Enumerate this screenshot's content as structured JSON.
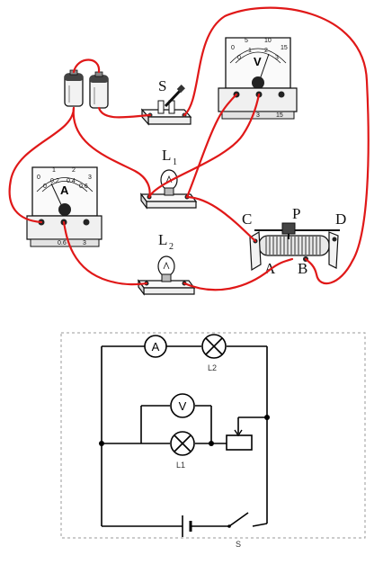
{
  "circuit_photo": {
    "switch_label": "S",
    "lamp1_label": "L",
    "lamp1_sub": "1",
    "lamp2_label": "L",
    "lamp2_sub": "2",
    "rheostat_terminals": {
      "c": "C",
      "p": "P",
      "d": "D",
      "a": "A",
      "b": "B"
    },
    "voltmeter": {
      "letter": "V",
      "scale_top": [
        "0",
        "5",
        "10",
        "15"
      ],
      "scale_inner": [
        "0",
        "1",
        "2",
        "3"
      ],
      "terminals": [
        "3",
        "15"
      ]
    },
    "ammeter": {
      "letter": "A",
      "scale_top": [
        "0",
        "1",
        "2",
        "3"
      ],
      "scale_inner": [
        "0",
        "0.2",
        "0.4",
        "0.6"
      ],
      "terminals": [
        "0.6",
        "3"
      ]
    }
  },
  "schematic": {
    "ammeter_symbol": "A",
    "voltmeter_symbol": "V",
    "lamp2_label": "L2",
    "lamp1_label": "L1",
    "switch_label": "S"
  }
}
